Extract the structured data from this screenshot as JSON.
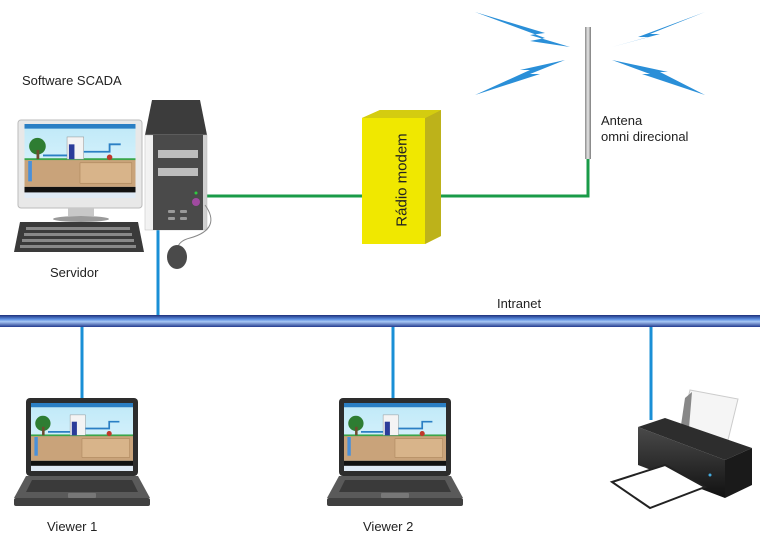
{
  "diagram": {
    "title": "SCADA network diagram",
    "nodes": {
      "server": {
        "top_label": "Software SCADA",
        "bottom_label": "Servidor"
      },
      "radio_modem": {
        "label": "Rádio modem"
      },
      "antenna": {
        "label_line1": "Antena",
        "label_line2": "omni direcional"
      },
      "intranet": {
        "label": "Intranet"
      },
      "viewer1": {
        "label": "Viewer 1"
      },
      "viewer2": {
        "label": "Viewer 2"
      },
      "printer": {
        "label": ""
      }
    },
    "connections": [
      {
        "from": "server",
        "to": "radio_modem",
        "type": "serial"
      },
      {
        "from": "radio_modem",
        "to": "antenna",
        "type": "serial"
      },
      {
        "from": "server",
        "to": "intranet",
        "type": "ethernet"
      },
      {
        "from": "intranet",
        "to": "viewer1",
        "type": "ethernet"
      },
      {
        "from": "intranet",
        "to": "viewer2",
        "type": "ethernet"
      },
      {
        "from": "intranet",
        "to": "printer",
        "type": "ethernet"
      }
    ],
    "colors": {
      "serial_link": "#1a9b48",
      "ethernet_link": "#1a8fd6",
      "bus": "#3a5fb5",
      "modem": "#e8e000",
      "radio_waves": "#2a8fd8"
    }
  }
}
